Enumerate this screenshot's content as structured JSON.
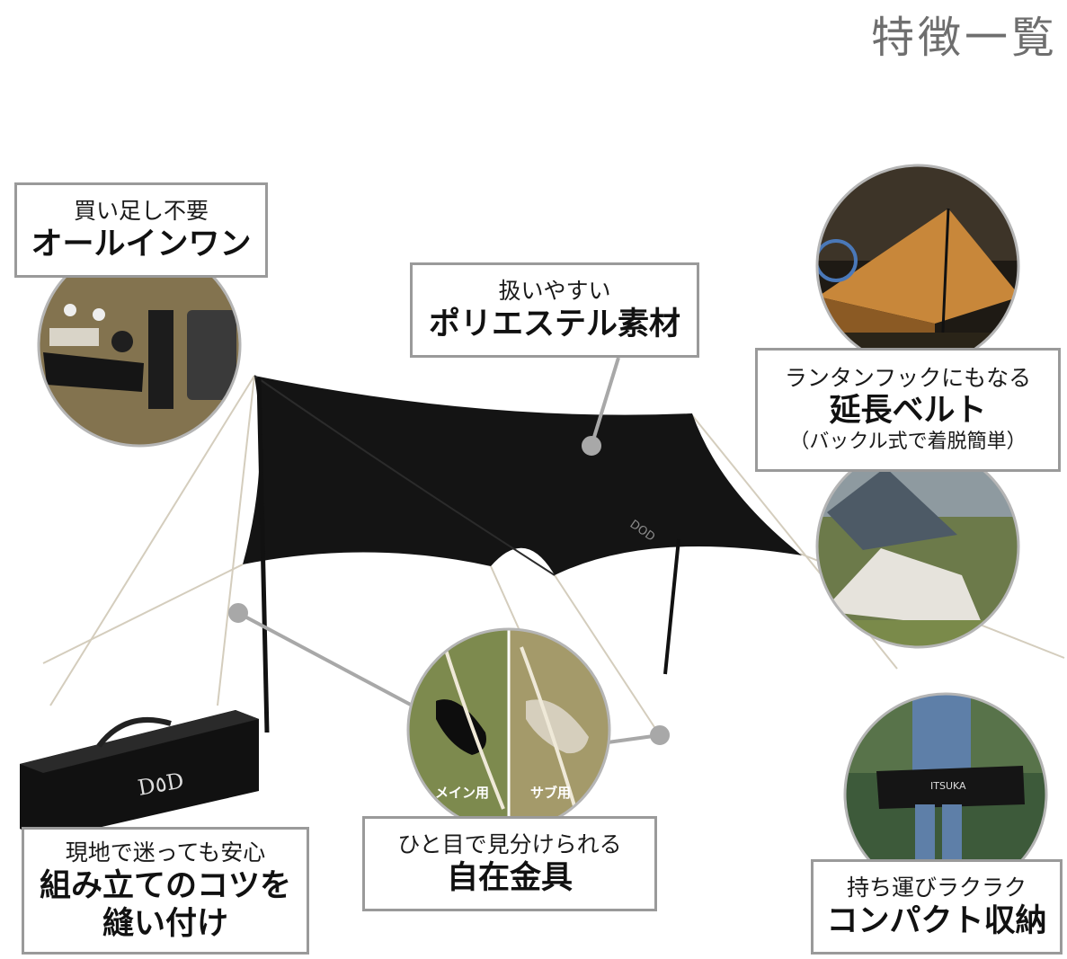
{
  "page_title": "特徴一覧",
  "brand_marks": {
    "bag_logo": "D٥D",
    "tarp_logo": "DOD",
    "itsuka_bag_logo": "ITSUKA"
  },
  "photo_labels": {
    "main_guy": "メイン用",
    "sub_guy": "サブ用"
  },
  "callouts": {
    "all_in_one": {
      "sub": "買い足し不要",
      "main": "オールインワン"
    },
    "material": {
      "sub": "扱いやすい",
      "main": "ポリエステル素材"
    },
    "extension_belt": {
      "sub": "ランタンフックにもなる",
      "main": "延長ベルト",
      "note": "（バックル式で着脱簡単）"
    },
    "stitched_guide": {
      "sub": "現地で迷っても安心",
      "main_line1": "組み立てのコツを",
      "main_line2": "縫い付け"
    },
    "adjusters": {
      "sub": "ひと目で見分けられる",
      "main": "自在金具"
    },
    "compact": {
      "sub": "持ち運びラクラク",
      "main": "コンパクト収納"
    }
  },
  "colors": {
    "title_gray": "#6e6e6e",
    "callout_border": "#9a9a9a",
    "tarp_black": "#111111",
    "guy_line": "#cfc8b8",
    "pointer_gray": "#a8a8a8"
  }
}
